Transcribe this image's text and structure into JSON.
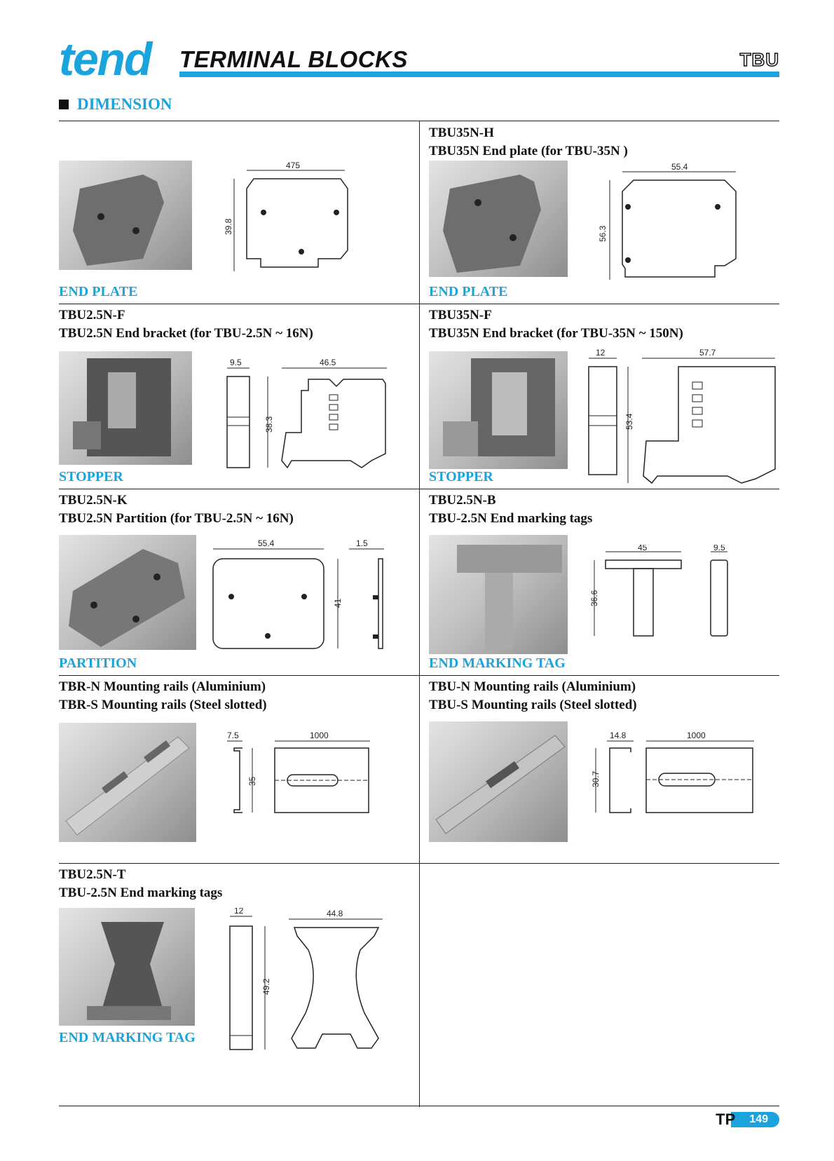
{
  "header": {
    "logo": "tend",
    "title": "TERMINAL BLOCKS",
    "series": "TBU",
    "accent_color": "#1aa3dc"
  },
  "section": {
    "heading": "DIMENSION"
  },
  "cells": {
    "r1_left": {
      "code": "",
      "desc": "",
      "caption": "END PLATE",
      "dims": {
        "w": "475",
        "h": "39.8"
      }
    },
    "r1_right": {
      "code": "TBU35N-H",
      "desc": "TBU35N End plate (for TBU-35N )",
      "caption": "END PLATE",
      "dims": {
        "w": "55.4",
        "h": "56.3"
      }
    },
    "r2_left": {
      "code": "TBU2.5N-F",
      "desc": "TBU2.5N End bracket (for TBU-2.5N ~ 16N)",
      "caption": "STOPPER",
      "dims": {
        "t": "9.5",
        "w": "46.5",
        "h": "38.3"
      }
    },
    "r2_right": {
      "code": "TBU35N-F",
      "desc": "TBU35N End bracket (for TBU-35N ~ 150N)",
      "caption": "STOPPER",
      "dims": {
        "t": "12",
        "w": "57.7",
        "h": "53.4"
      }
    },
    "r3_left": {
      "code": "TBU2.5N-K",
      "desc": "TBU2.5N Partition (for TBU-2.5N ~ 16N)",
      "caption": "PARTITION",
      "dims": {
        "w": "55.4",
        "t": "1.5",
        "h": "41"
      }
    },
    "r3_right": {
      "code": "TBU2.5N-B",
      "desc": "TBU-2.5N  End marking tags",
      "caption": "END MARKING TAG",
      "dims": {
        "w": "45",
        "t": "9.5",
        "h": "36.6"
      }
    },
    "r4_left": {
      "code": "TBR-N Mounting rails (Aluminium)",
      "desc": "TBR-S Mounting rails (Steel slotted)",
      "caption": "",
      "dims": {
        "t": "7.5",
        "w": "1000",
        "h": "35"
      }
    },
    "r4_right": {
      "code": "TBU-N Mounting rails (Aluminium)",
      "desc": "TBU-S Mounting rails (Steel slotted)",
      "caption": "",
      "dims": {
        "t": "14.8",
        "w": "1000",
        "h": "30.7"
      }
    },
    "r5_left": {
      "code": "TBU2.5N-T",
      "desc": "TBU-2.5N  End marking tags",
      "caption": "END MARKING TAG",
      "dims": {
        "t": "12",
        "w": "44.8",
        "h": "49.2"
      }
    }
  },
  "footer": {
    "mark": "TP",
    "page": "149"
  }
}
